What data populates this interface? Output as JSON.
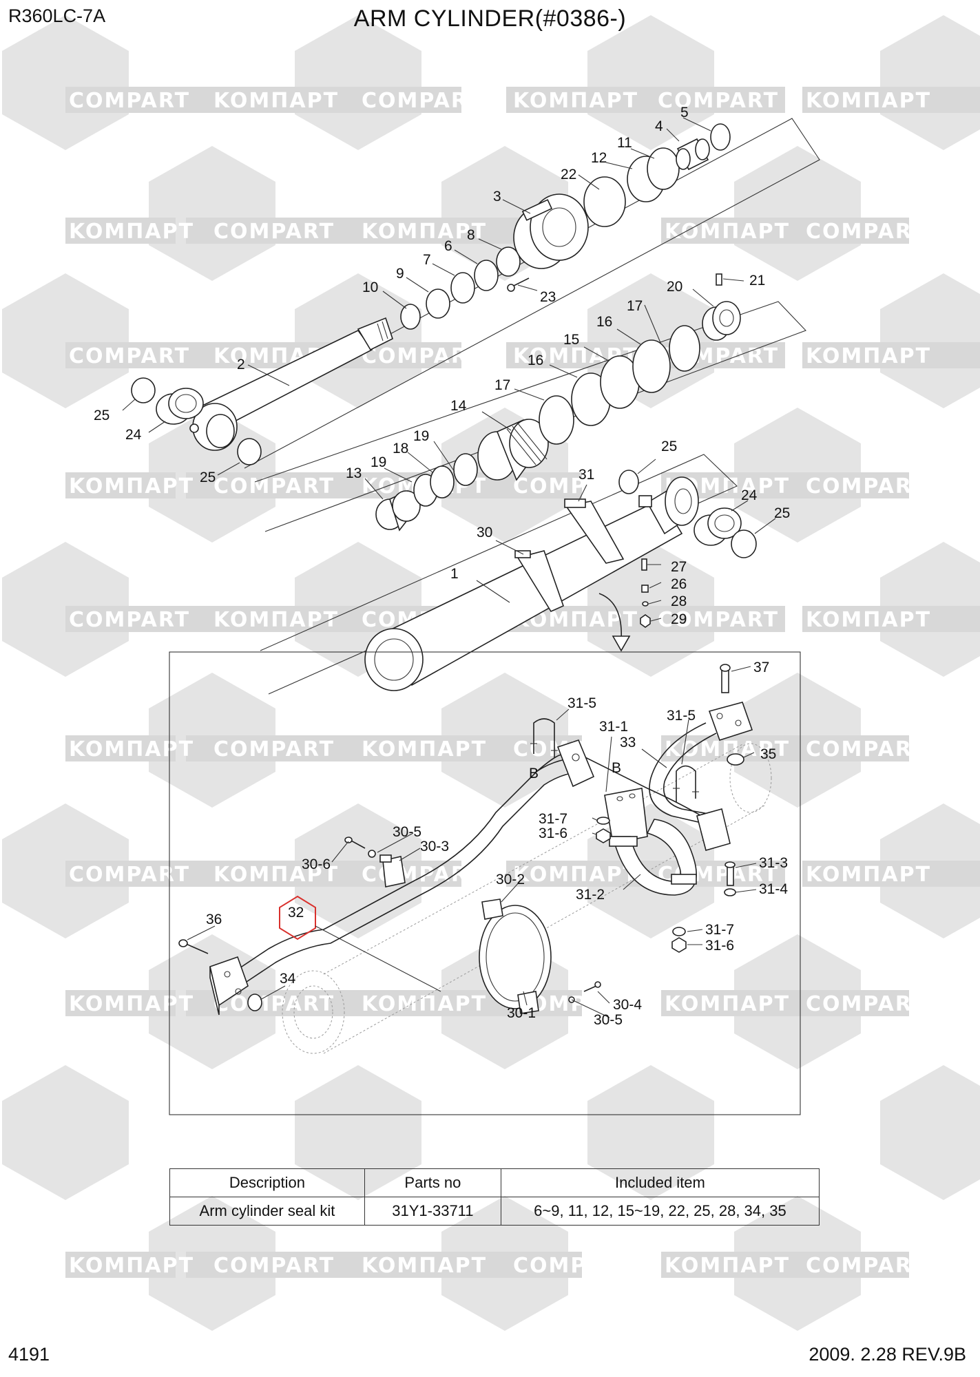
{
  "header": {
    "model": "R360LC-7A",
    "title": "ARM CYLINDER(#0386-)"
  },
  "footer": {
    "page_number": "4191",
    "revision": "2009. 2.28  REV.9B"
  },
  "watermark": {
    "texts": [
      "KOMПАРТ",
      "COMPART"
    ]
  },
  "callouts": {
    "c1": "1",
    "c2": "2",
    "c3": "3",
    "c4": "4",
    "c5": "5",
    "c6": "6",
    "c7": "7",
    "c8": "8",
    "c9": "9",
    "c10": "10",
    "c11": "11",
    "c12": "12",
    "c13": "13",
    "c14": "14",
    "c15": "15",
    "c16a": "16",
    "c16b": "16",
    "c17a": "17",
    "c17b": "17",
    "c18": "18",
    "c19a": "19",
    "c19b": "19",
    "c20": "20",
    "c21": "21",
    "c22": "22",
    "c23": "23",
    "c24a": "24",
    "c24b": "24",
    "c25a": "25",
    "c25b": "25",
    "c25c": "25",
    "c25d": "25",
    "c26": "26",
    "c27": "27",
    "c28": "28",
    "c29": "29",
    "c30": "30",
    "c31": "31",
    "c30_1": "30-1",
    "c30_2": "30-2",
    "c30_3": "30-3",
    "c30_4": "30-4",
    "c30_5a": "30-5",
    "c30_5b": "30-5",
    "c30_6": "30-6",
    "c31_1": "31-1",
    "c31_2": "31-2",
    "c31_3": "31-3",
    "c31_4": "31-4",
    "c31_5a": "31-5",
    "c31_5b": "31-5",
    "c31_6a": "31-6",
    "c31_6b": "31-6",
    "c31_7a": "31-7",
    "c31_7b": "31-7",
    "c32": "32",
    "c33": "33",
    "c34": "34",
    "c35": "35",
    "c36": "36",
    "c37": "37",
    "cBa": "B",
    "cBb": "B"
  },
  "kit_table": {
    "headers": [
      "Description",
      "Parts no",
      "Included item"
    ],
    "rows": [
      [
        "Arm cylinder seal kit",
        "31Y1-33711",
        "6~9, 11, 12, 15~19, 22, 25, 28, 34, 35"
      ]
    ]
  },
  "colors": {
    "watermark": "#dcdcdc",
    "highlight": "#d9302c",
    "line": "#222222"
  }
}
